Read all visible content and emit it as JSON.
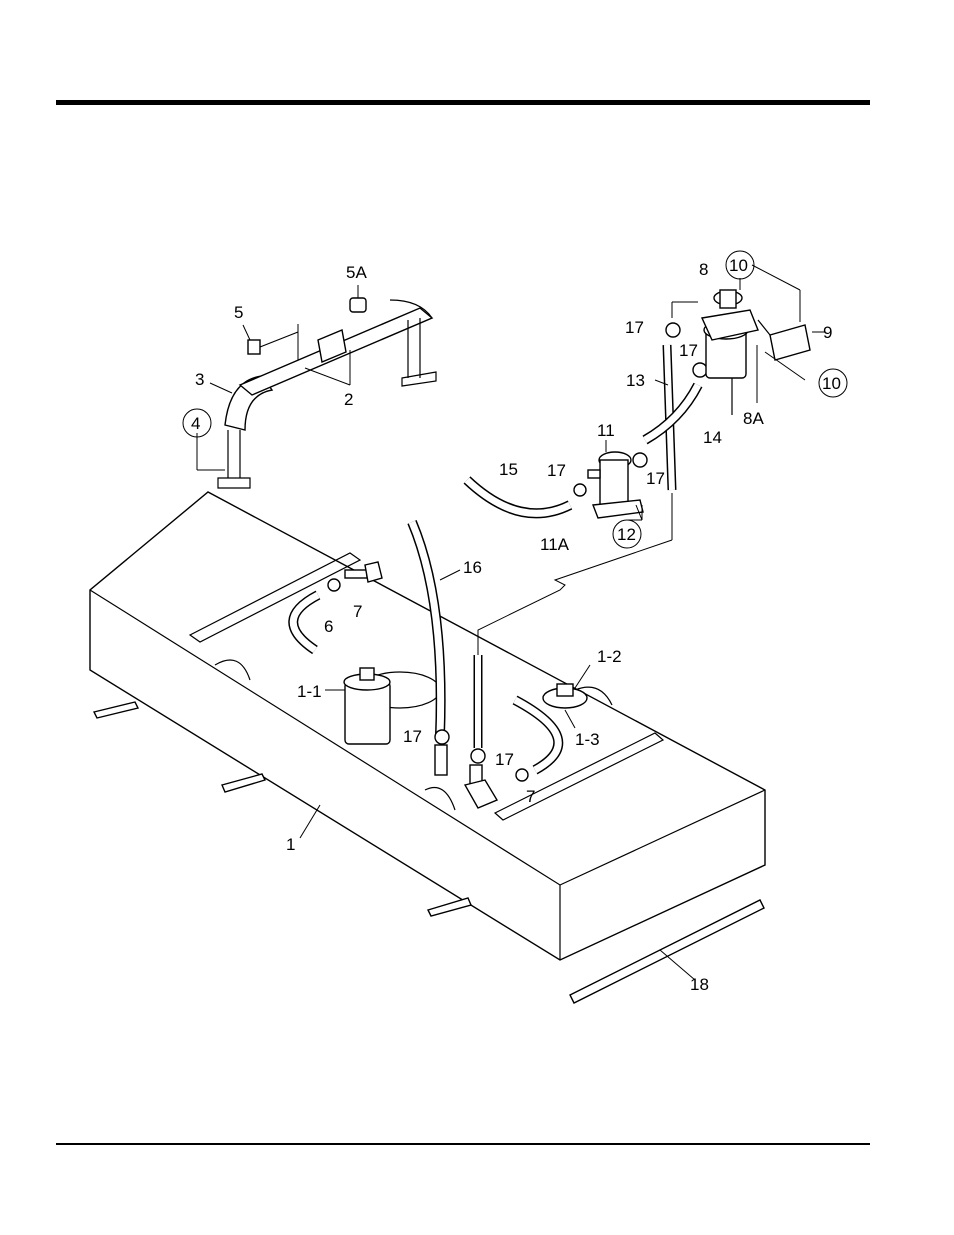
{
  "labels": {
    "l1": "1",
    "l1_1": "1-1",
    "l1_2": "1-2",
    "l1_3": "1-3",
    "l2": "2",
    "l3": "3",
    "l4": "4",
    "l5": "5",
    "l5a": "5A",
    "l6": "6",
    "l7a": "7",
    "l7b": "7",
    "l8": "8",
    "l8a": "8A",
    "l9": "9",
    "l10a": "10",
    "l10b": "10",
    "l11": "11",
    "l11a": "11A",
    "l12": "12",
    "l13": "13",
    "l14": "14",
    "l15": "15",
    "l16": "16",
    "l17a": "17",
    "l17b": "17",
    "l17c": "17",
    "l17d": "17",
    "l17e": "17",
    "l17f": "17",
    "l18": "18"
  }
}
